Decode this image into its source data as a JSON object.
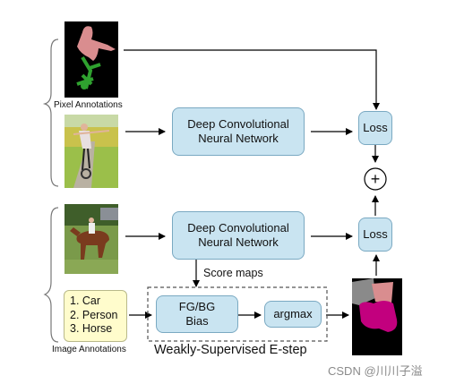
{
  "labels": {
    "pixel_annotations": "Pixel Annotations",
    "image_annotations": "Image  Annotations",
    "score_maps": "Score maps",
    "estep": "Weakly-Supervised E-step",
    "plus": "+"
  },
  "boxes": {
    "dcnn_top": "Deep Convolutional\nNeural Network",
    "dcnn_bottom": "Deep Convolutional\nNeural Network",
    "loss_top": "Loss",
    "loss_bottom": "Loss",
    "fgbg": "FG/BG\nBias",
    "argmax": "argmax"
  },
  "image_labels": [
    "1. Car",
    "2. Person",
    "3. Horse"
  ],
  "watermark": "CSDN @川川子溢",
  "colors": {
    "box_fill": "#c9e4f1",
    "box_border": "#7aa9c2",
    "label_list_fill": "#fffccc",
    "seg_person": "#d98d8f",
    "seg_bike": "#2fa12f",
    "seg_horse": "#c2007e"
  }
}
